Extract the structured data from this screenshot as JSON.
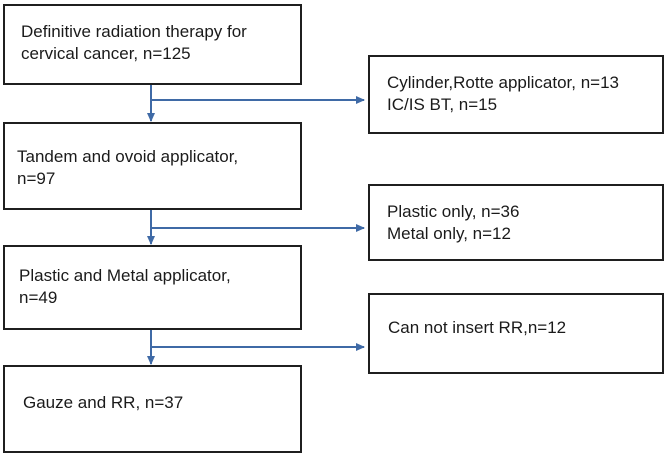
{
  "flowchart": {
    "boxes": {
      "start": {
        "lines": [
          "Definitive radiation therapy for",
          "cervical cancer, n=125"
        ]
      },
      "excl1": {
        "lines": [
          "Cylinder,Rotte applicator, n=13",
          "IC/IS BT, n=15"
        ]
      },
      "step2": {
        "lines": [
          "Tandem and ovoid applicator,",
          "n=97"
        ]
      },
      "excl2": {
        "lines": [
          "Plastic only, n=36",
          "Metal only, n=12"
        ]
      },
      "step3": {
        "lines": [
          "Plastic and Metal applicator,",
          "n=49"
        ]
      },
      "excl3": {
        "lines": [
          "Can not insert RR,n=12"
        ]
      },
      "final": {
        "lines": [
          "Gauze and RR, n=37"
        ]
      }
    },
    "colors": {
      "box_border": "#1f1f1f",
      "arrow": "#3f6aa6",
      "text": "#1a1a1a"
    }
  }
}
